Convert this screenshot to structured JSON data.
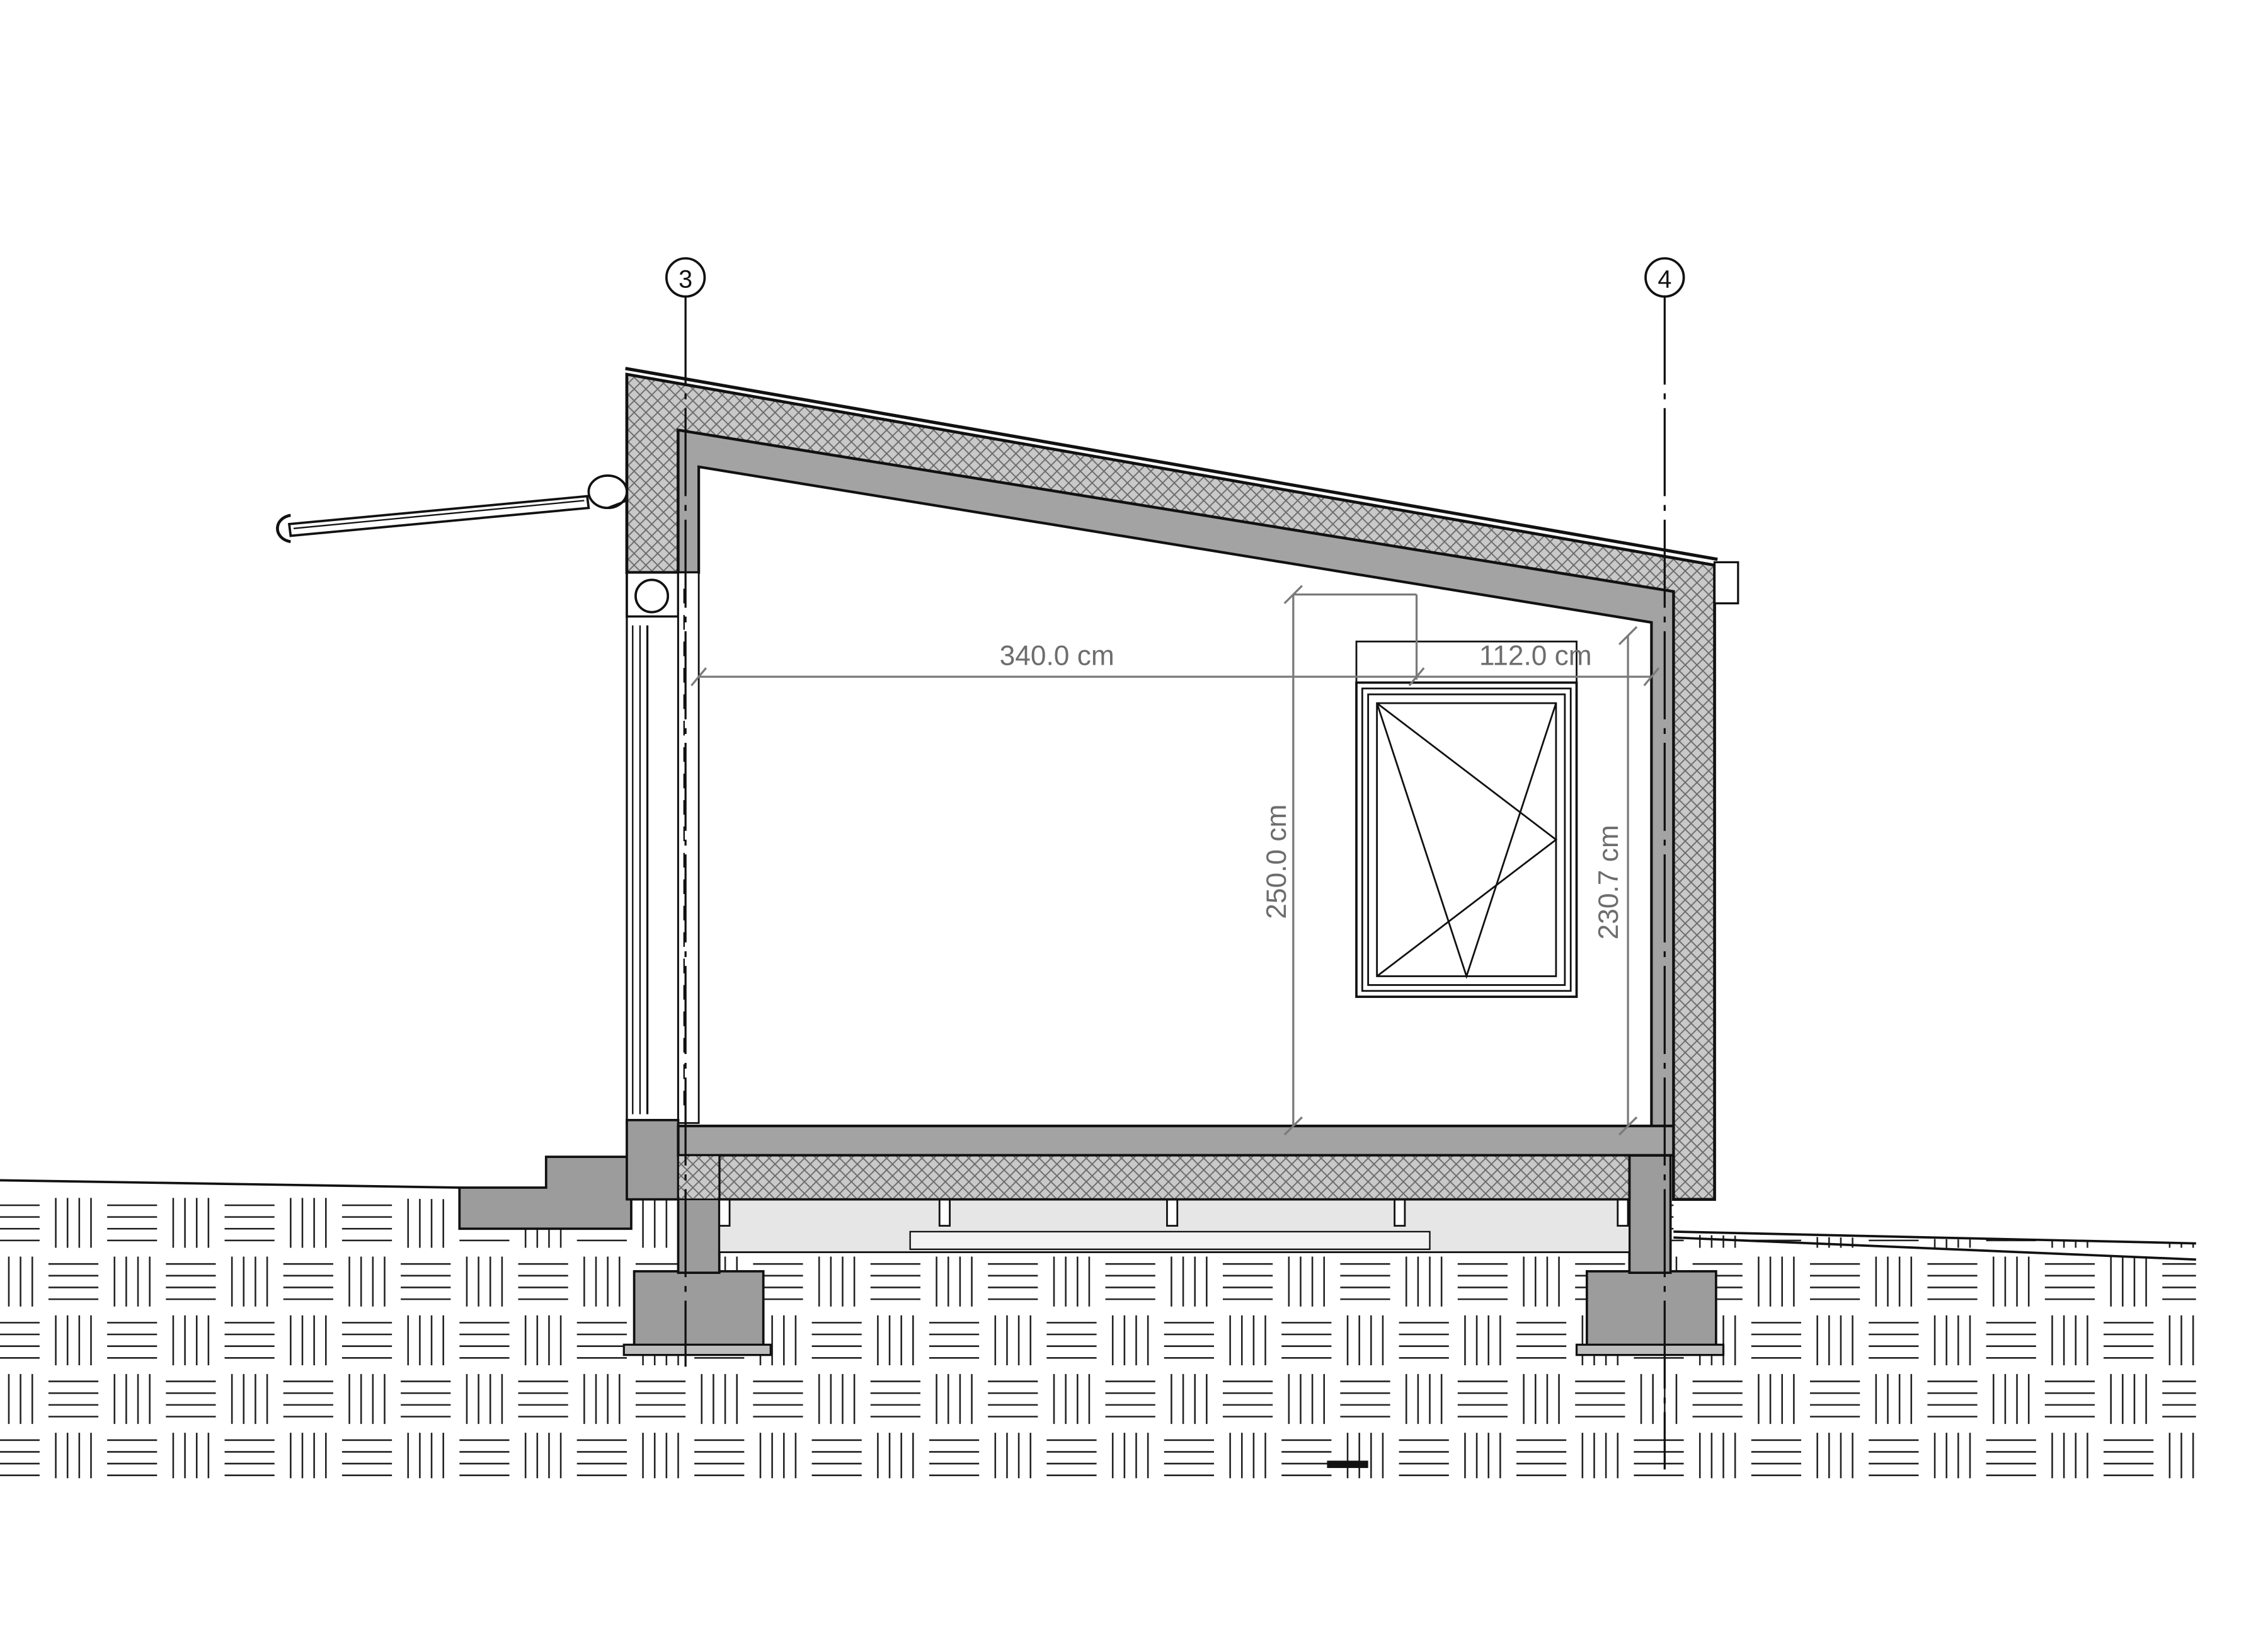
{
  "grid_lines": {
    "left_label": "3",
    "right_label": "4"
  },
  "dimensions": {
    "interior_width": "340.0 cm",
    "window_offset": "112.0 cm",
    "ceiling_height_high": "250.0 cm",
    "ceiling_height_low": "230.7 cm"
  },
  "colors": {
    "line": "#111111",
    "structure_fill": "#a3a3a3",
    "insulation_fill": "#c9c9c9",
    "insulation_hatch": "#6a6a6a",
    "concrete_fill": "#9c9c9c",
    "crawlspace_fill": "#e6e6e6",
    "dimension": "#7a7a7a",
    "soil_hatch": "#222222"
  }
}
